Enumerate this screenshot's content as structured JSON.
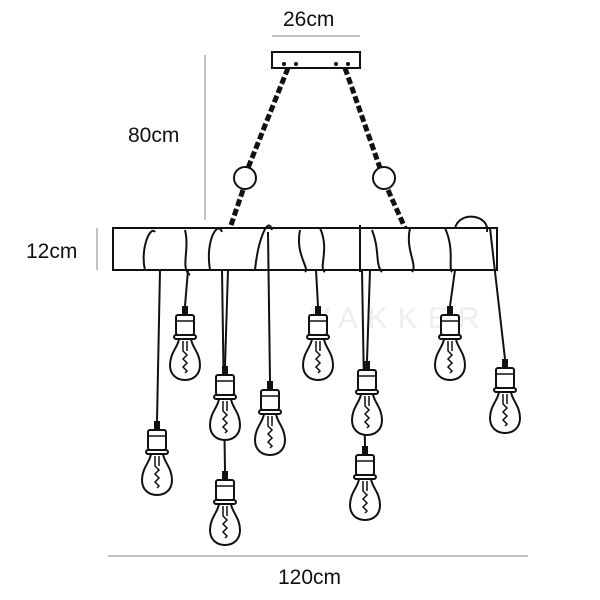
{
  "dimensions": {
    "canopy_width": "26cm",
    "drop_height": "80cm",
    "beam_height": "12cm",
    "total_width": "120cm"
  },
  "watermark": "VAKKER",
  "colors": {
    "line": "#111111",
    "dimension": "#888888"
  }
}
